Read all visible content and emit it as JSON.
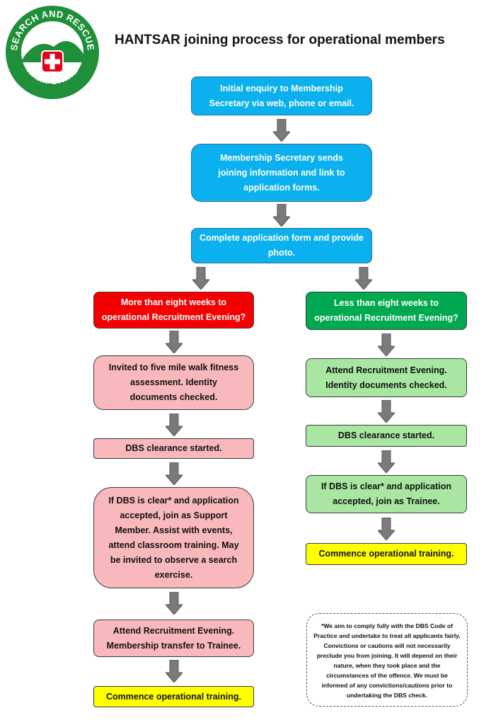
{
  "title": "HANTSAR joining process for operational members",
  "logo": {
    "top_text": "SEARCH AND RESCUE",
    "bottom_text": "HAMPSHIRE",
    "colors": {
      "green": "#1f8f3a",
      "red": "#e3001b",
      "white": "#ffffff"
    }
  },
  "steps": {
    "enquiry": "Initial enquiry to Membership Secretary via web, phone or email.",
    "secretary": "Membership Secretary sends joining information and link to application forms.",
    "application": "Complete application form and provide photo."
  },
  "left": {
    "question": "More than eight weeks to operational Recruitment Evening?",
    "walk": "Invited to five mile walk fitness assessment. Identity documents checked.",
    "dbs": "DBS clearance started.",
    "support": "If DBS is clear* and application accepted, join as Support Member.  Assist with events, attend classroom training. May be invited to observe a search exercise.",
    "evening": "Attend Recruitment Evening. Membership transfer to Trainee.",
    "commence": "Commence operational training."
  },
  "right": {
    "question": "Less than eight weeks to operational Recruitment Evening?",
    "evening": "Attend Recruitment Evening. Identity documents checked.",
    "dbs": "DBS clearance started.",
    "trainee": "If DBS is clear* and application accepted, join as Trainee.",
    "commence": "Commence operational training."
  },
  "footnote": "*We aim to comply fully with the DBS Code of Practice and undertake to treat all applicants fairly. Convictions or cautions will not necessarily preclude you from joining.  It will depend on their nature, when they took place and the circumstances of the offence.  We must be informed of any convictions/cautions prior to undertaking the DBS check.",
  "colors": {
    "blue": "#0bb0ef",
    "red": "#f40000",
    "green": "#00a94f",
    "pink": "#f9b8bb",
    "light_green": "#a8e6a1",
    "yellow": "#ffff00",
    "arrow": "#7a7a7a"
  }
}
